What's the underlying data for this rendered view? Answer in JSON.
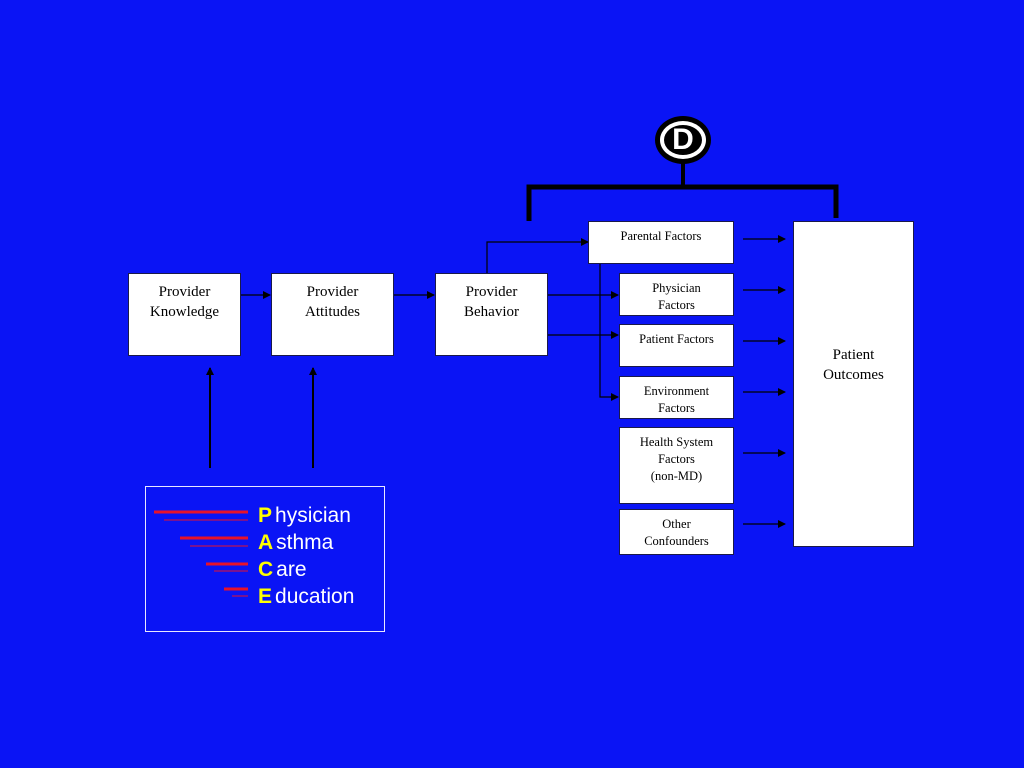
{
  "diagram": {
    "boxes": {
      "provider_knowledge": [
        "Provider",
        "Knowledge"
      ],
      "provider_attitudes": [
        "Provider",
        "Attitudes"
      ],
      "provider_behavior": [
        "Provider",
        "Behavior"
      ],
      "parental_factors": "Parental Factors",
      "physician_factors": [
        "Physician",
        "Factors"
      ],
      "patient_factors": "Patient Factors",
      "environment_factors": [
        "Environment",
        "Factors"
      ],
      "health_system_factors": [
        "Health System",
        "Factors",
        "(non-MD)"
      ],
      "other_confounders": [
        "Other",
        "Confounders"
      ],
      "patient_outcomes": [
        "Patient",
        "Outcomes"
      ]
    },
    "badge_letter": "D",
    "pace": [
      {
        "initial": "P",
        "rest": "hysician"
      },
      {
        "initial": "A",
        "rest": "sthma"
      },
      {
        "initial": "C",
        "rest": "are"
      },
      {
        "initial": "E",
        "rest": "ducation"
      }
    ]
  },
  "colors": {
    "background": "#0a14f5",
    "box_fill": "#ffffff",
    "connector": "#000000",
    "accent_red": "#e8122a",
    "accent_yellow": "#ffff00"
  }
}
